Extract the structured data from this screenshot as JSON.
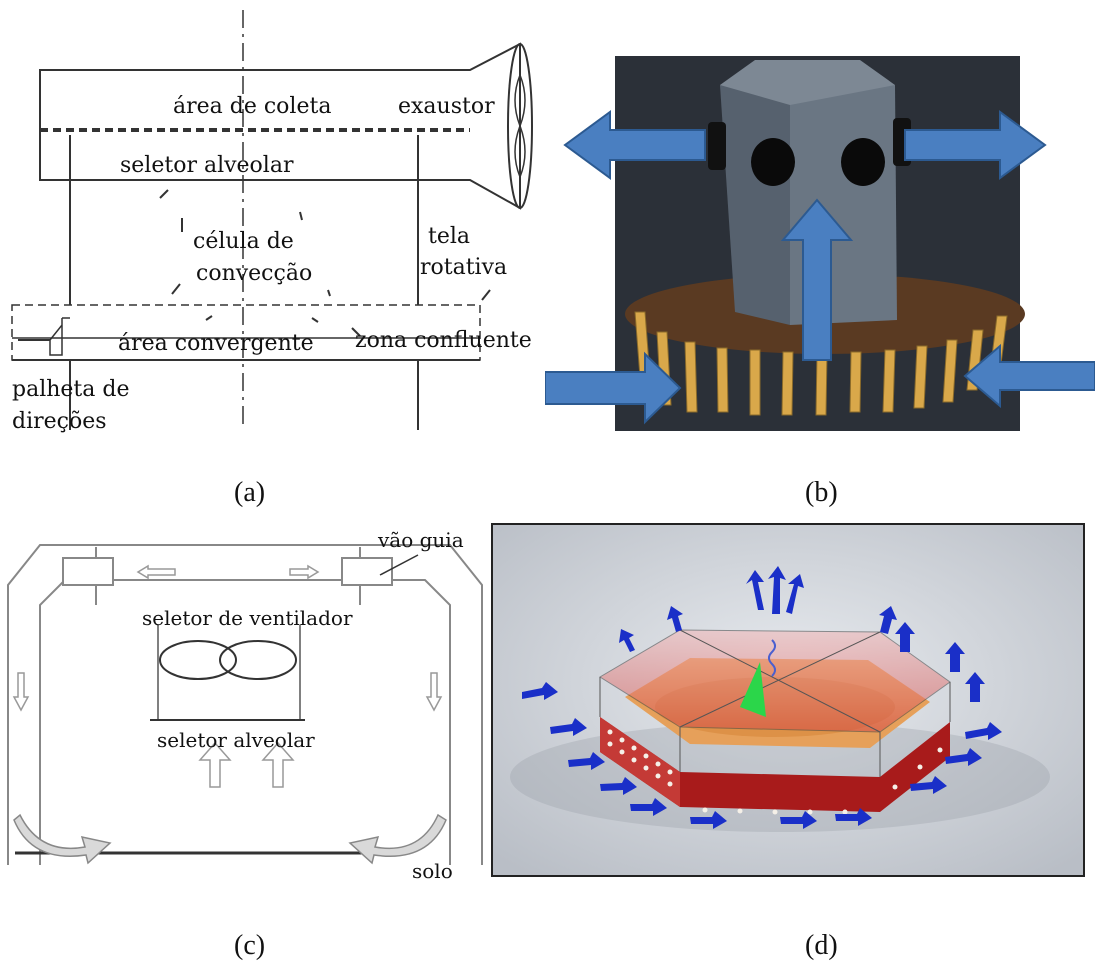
{
  "panels": {
    "a": {
      "caption": "(a)",
      "labels": {
        "collection_area": "área de coleta",
        "exhaust": "exaustor",
        "alveolar_selector": "seletor alveolar",
        "convection_cell_line1": "célula de",
        "convection_cell_line2": "convecção",
        "rotating_screen_line1": "tela",
        "rotating_screen_line2": "rotativa",
        "convergent_area": "área convergente",
        "confluent_zone": "zona confluente",
        "direction_vane_line1": "palheta de",
        "direction_vane_line2": "direções"
      }
    },
    "b": {
      "caption": "(b)"
    },
    "c": {
      "caption": "(c)",
      "labels": {
        "guide_gap": "vão guia",
        "fan_selector": "seletor de ventilador",
        "alveolar_selector": "seletor alveolar",
        "ground": "solo"
      }
    },
    "d": {
      "caption": "(d)"
    }
  },
  "colors": {
    "arrow_blue": "#4a7fc1",
    "render_background": "#2b3038",
    "block_gray": "#5f6b78",
    "fin_gold": "#d9a84a",
    "base_brown": "#5a3a22",
    "hex_red": "#b3201e",
    "hex_orange": "#e6a05a",
    "flow_blue": "#1a2fc8"
  }
}
